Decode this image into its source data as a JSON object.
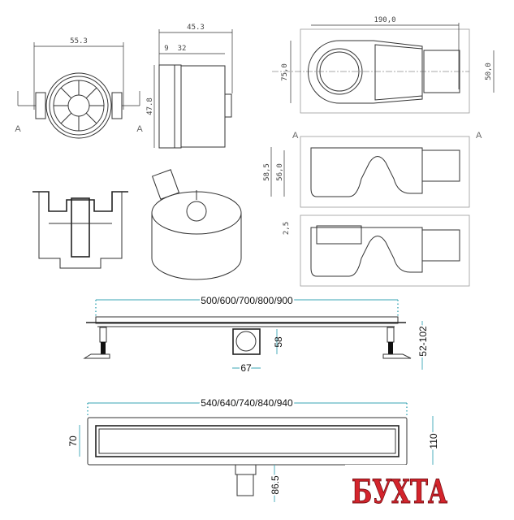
{
  "dimensions": {
    "trap_front_width": "55.3",
    "trap_side_total": "45.3",
    "trap_side_a": "9",
    "trap_side_b": "32",
    "trap_side_height": "47.8",
    "siphon_length": "190,0",
    "siphon_width": "75,0",
    "siphon_outlet": "50,0",
    "siphon_height_total": "58,5",
    "siphon_height_body": "56,0",
    "siphon_lip": "2,5",
    "channel_length": "500/600/700/800/900",
    "outlet_height": "58",
    "outlet_width": "67",
    "leg_height_range": "52-102",
    "frame_length": "540/640/740/840/940",
    "channel_width": "70",
    "frame_width": "110",
    "outlet_depth": "86.5"
  },
  "section_labels": [
    "A",
    "A",
    "A",
    "A"
  ],
  "logo": {
    "text": "БУХТА",
    "color": "#d4242c"
  },
  "colors": {
    "dimension_lines": "#3aa6b5",
    "drawing_lines": "#333333"
  }
}
